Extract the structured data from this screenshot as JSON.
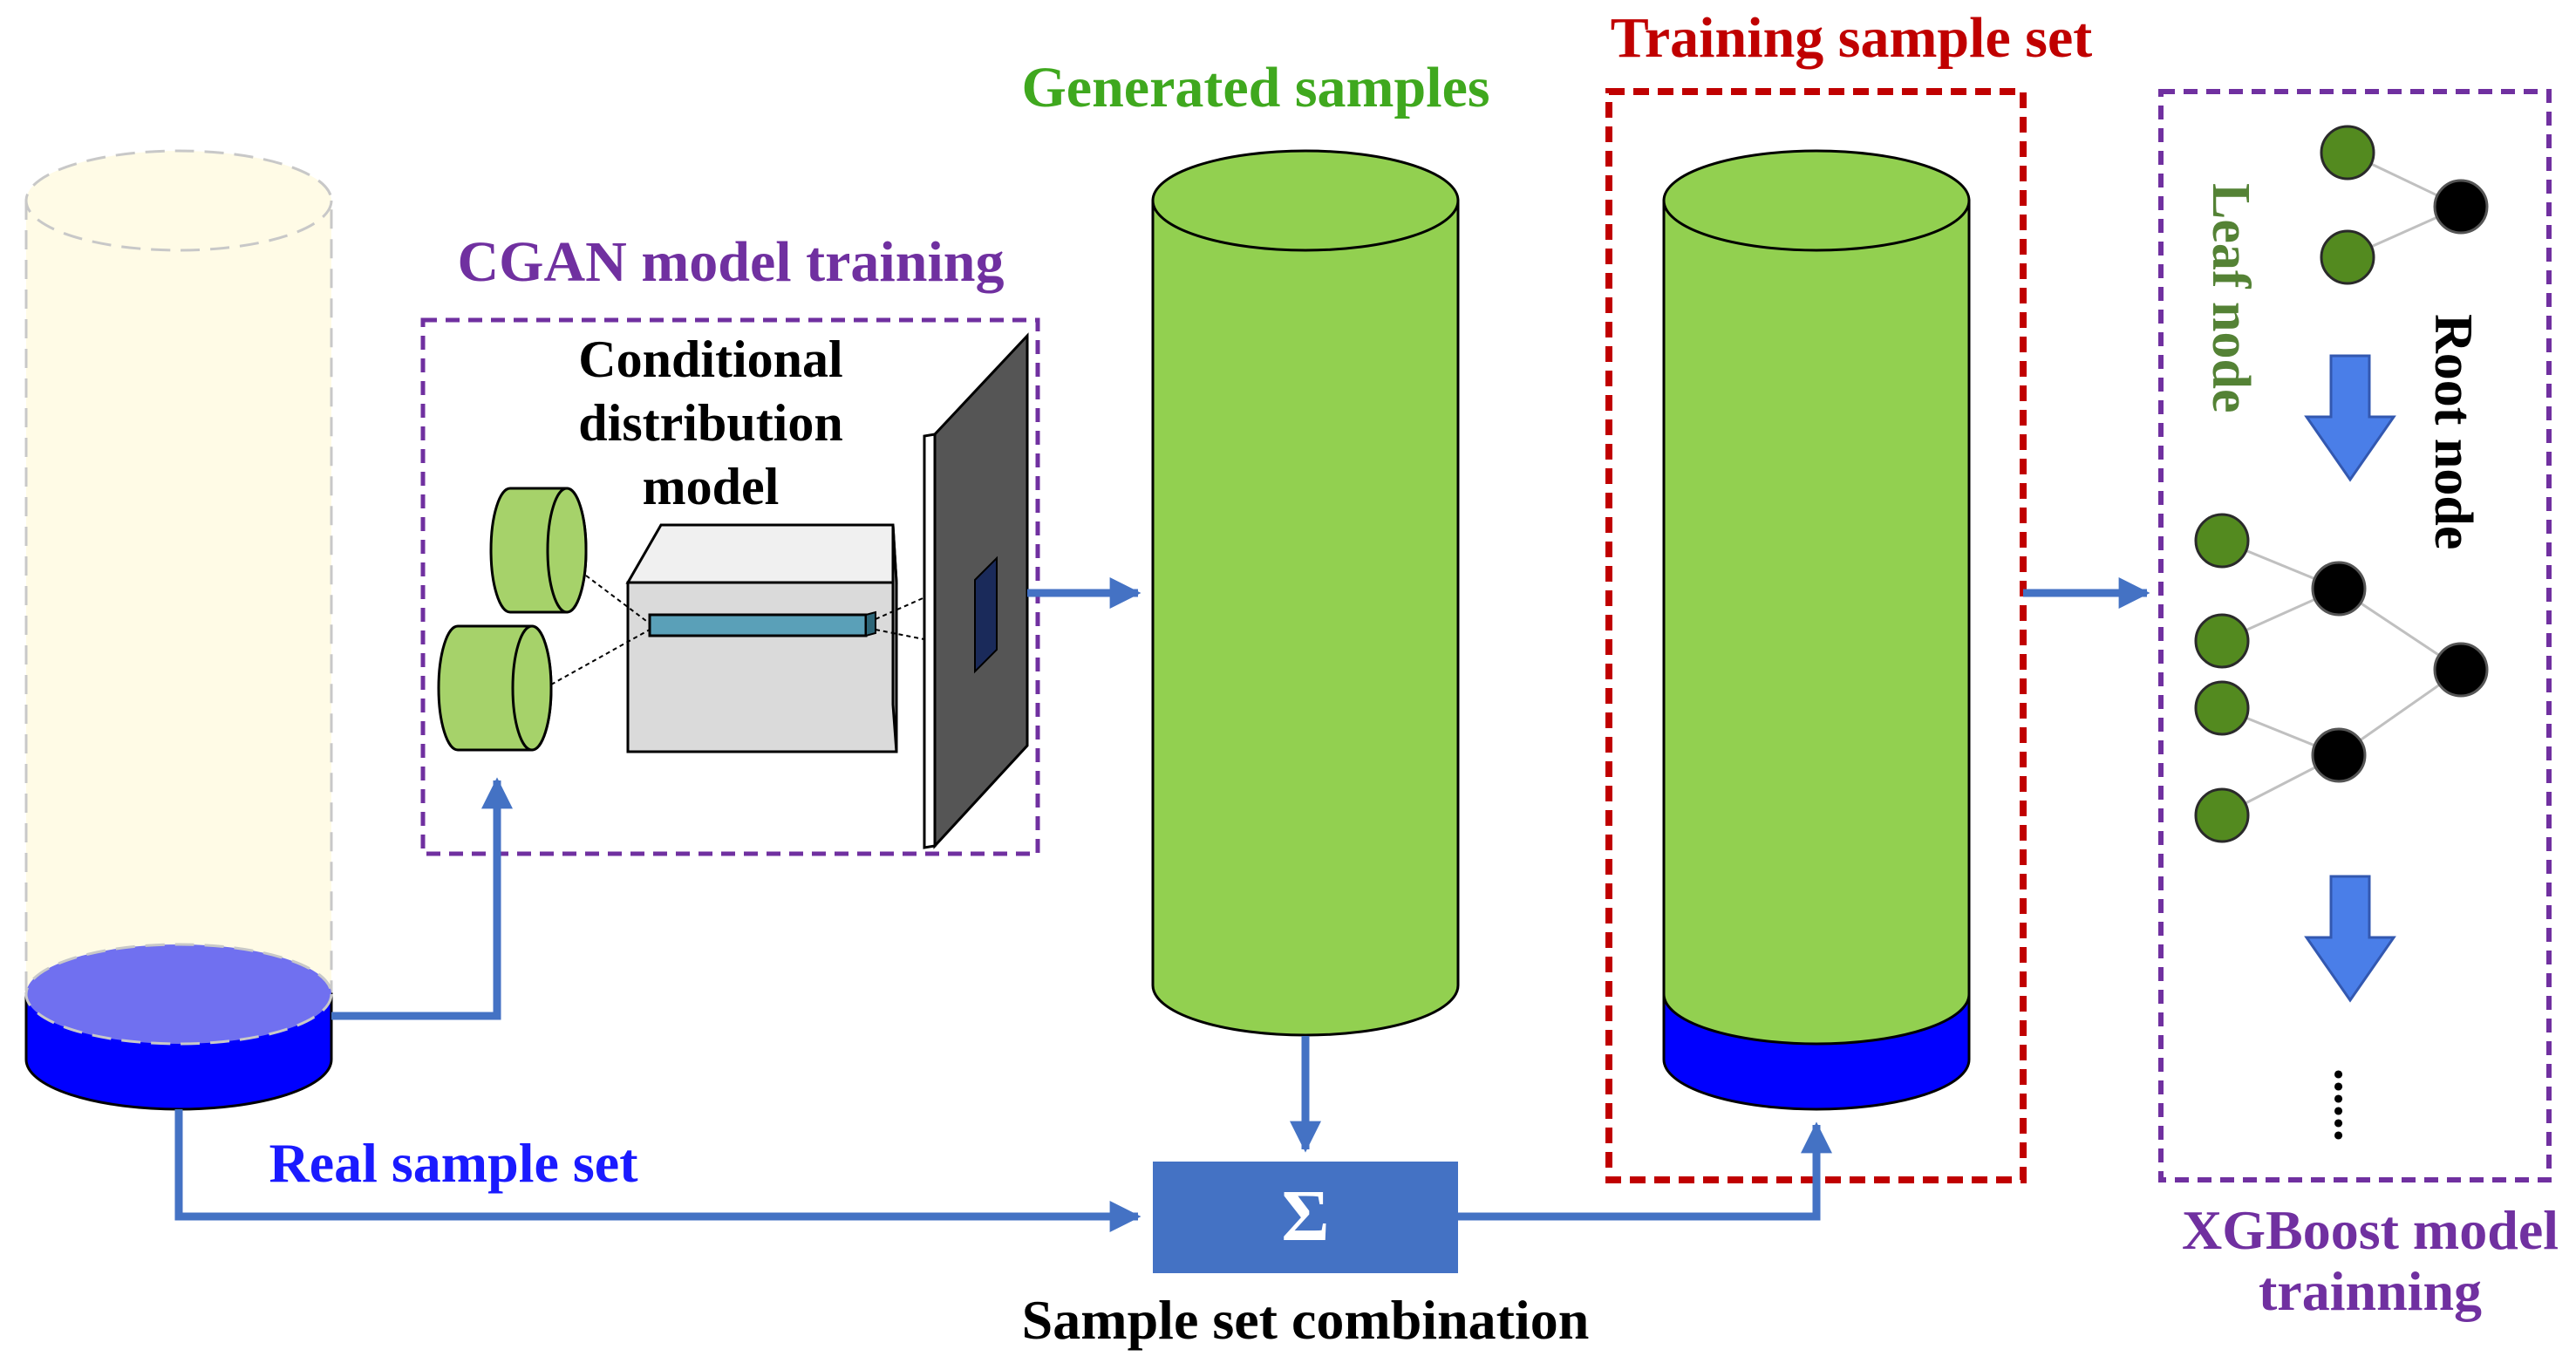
{
  "labels": {
    "cgan_training": "CGAN model training",
    "conditional_model": [
      "Conditional",
      "distribution",
      "model"
    ],
    "generated_samples": "Generated samples",
    "training_sample_set": "Training sample set",
    "real_sample_set": "Real sample set",
    "sum_symbol": "Σ",
    "sample_set_combination": "Sample set combination",
    "leaf_node": "Leaf node",
    "root_node": "Root node",
    "ellipsis": "......",
    "xgboost": [
      "XGBoost model",
      "trainning"
    ]
  },
  "colors": {
    "purple": "#7030a0",
    "green_text": "#3fa81e",
    "red": "#c00000",
    "blue_text": "#1a1aff",
    "arrow": "#4472c4",
    "cylinder_green": "#92d050",
    "cylinder_blue": "#0000ff",
    "real_top": "#7070f0",
    "sum_box": "#4472c4",
    "leaf_green": "#538a1f",
    "leaf_node_text": "#548235"
  }
}
